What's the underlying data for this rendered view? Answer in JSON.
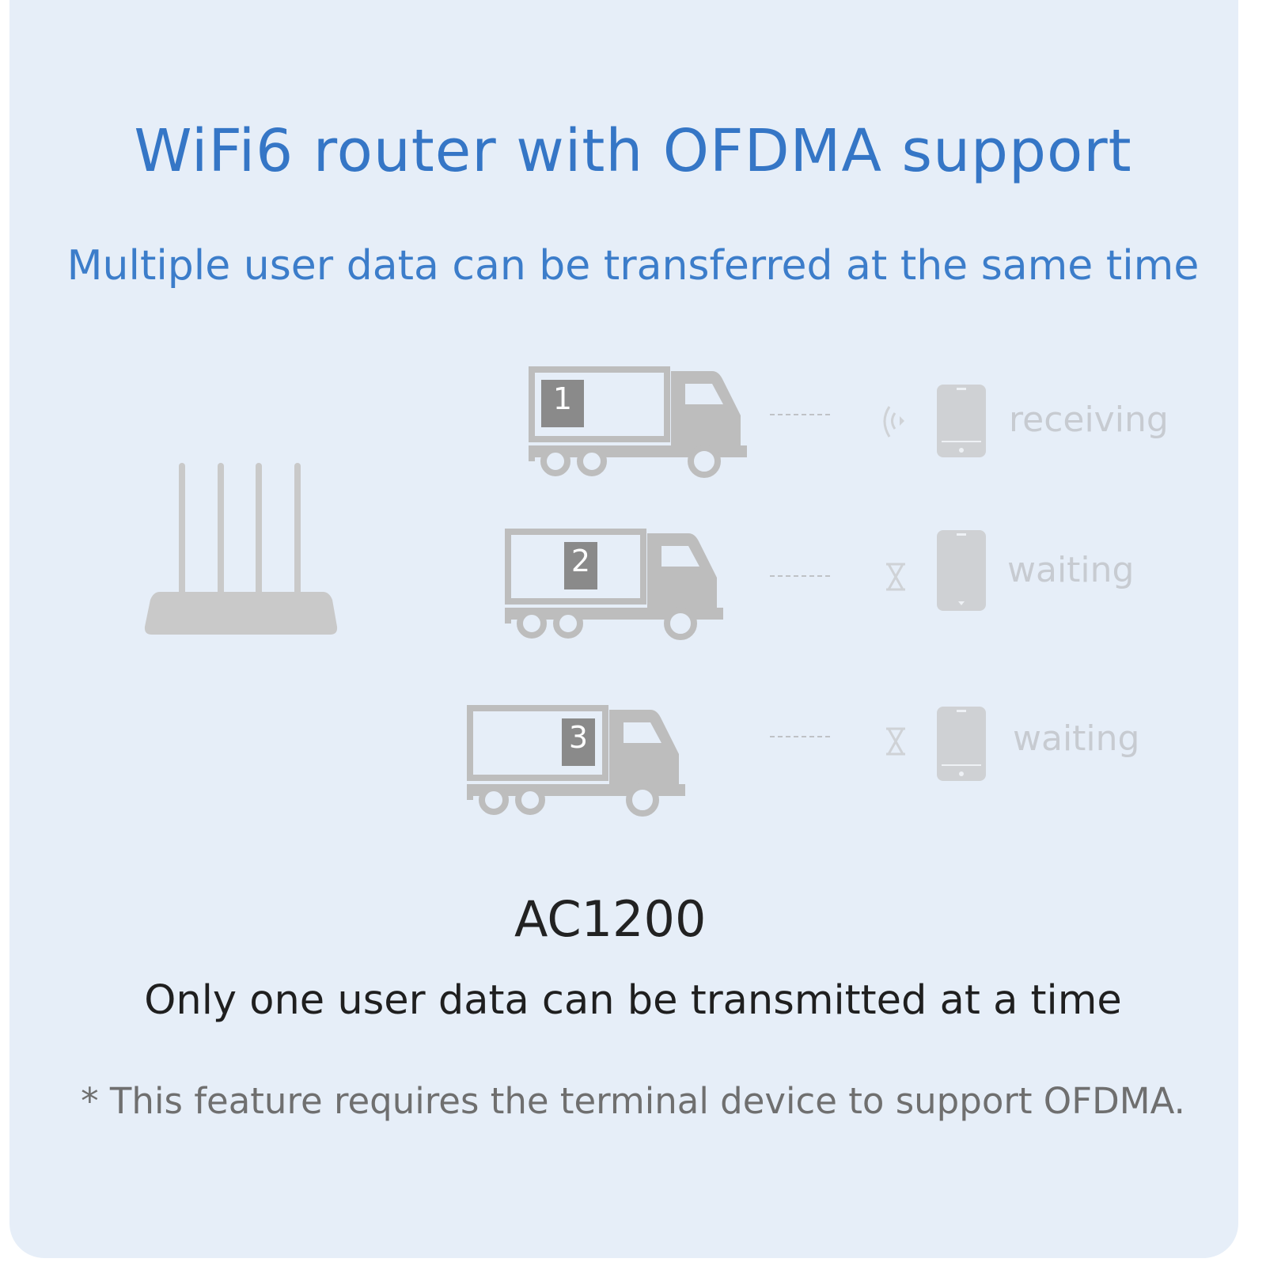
{
  "title": "WiFi6 router with OFDMA support",
  "subtitle": "Multiple user data can be transferred at the same time",
  "model": "AC1200",
  "caption": "Only one user data can be transmitted at a time",
  "footnote": "* This feature requires the terminal device to support OFDMA.",
  "rows": [
    {
      "number": "1",
      "status": "receiving",
      "icon": "wifi-signal-icon"
    },
    {
      "number": "2",
      "status": "waiting",
      "icon": "hourglass-icon"
    },
    {
      "number": "3",
      "status": "waiting",
      "icon": "hourglass-icon"
    }
  ],
  "colors": {
    "background": "#e6eef8",
    "accent": "#3576c6",
    "icon_gray": "#bdbdbd",
    "number_box": "#8a8a8a"
  }
}
